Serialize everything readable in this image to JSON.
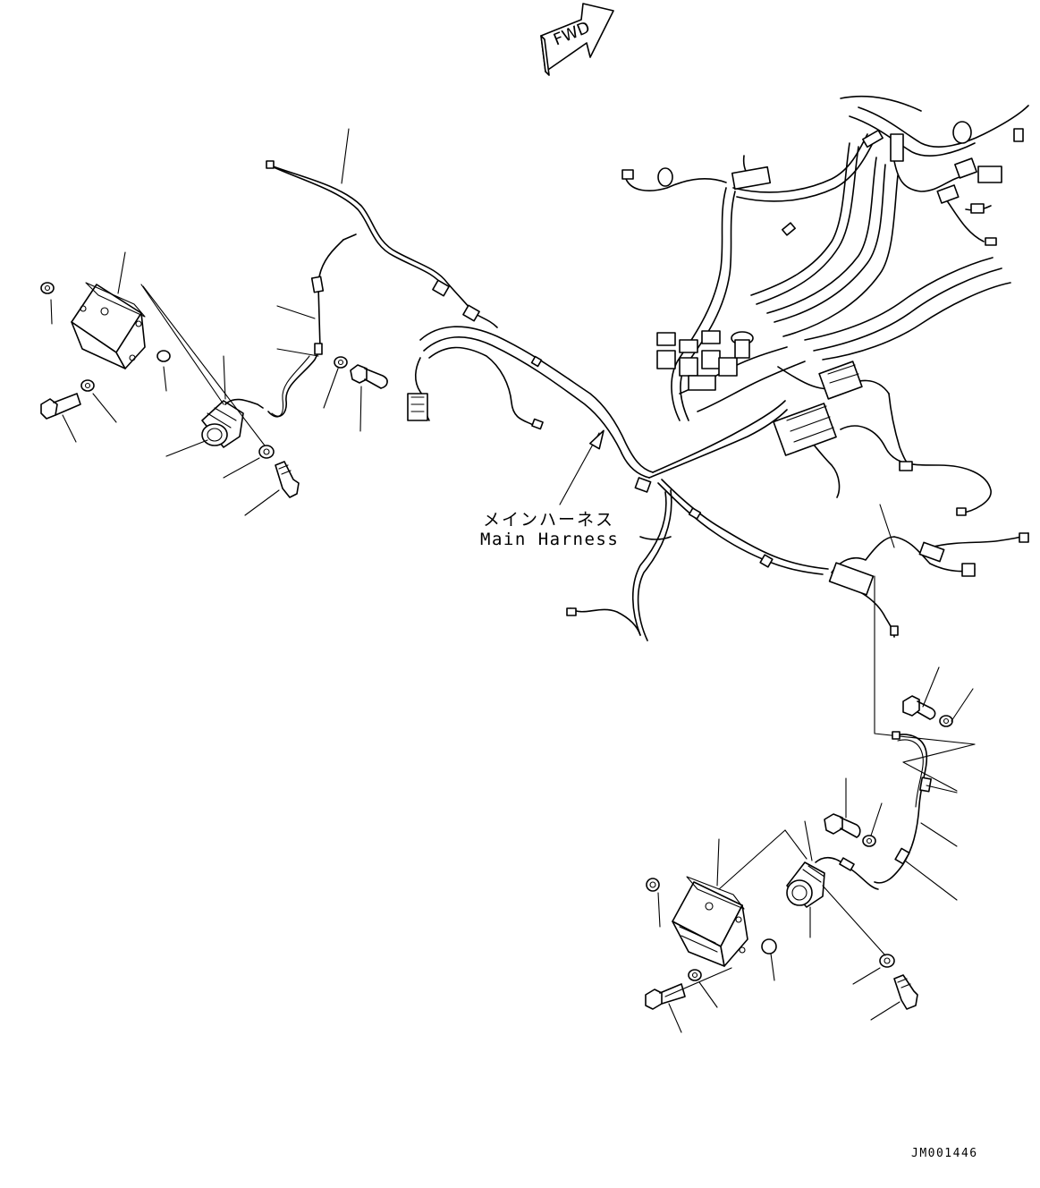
{
  "diagram": {
    "direction_marker": "FWD",
    "callout_japanese": "メインハーネス",
    "callout_english": "Main Harness",
    "drawing_number": "JM001446"
  }
}
